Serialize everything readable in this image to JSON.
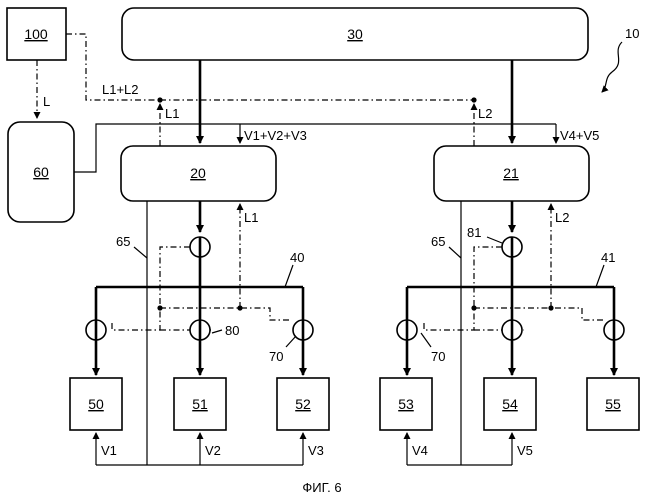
{
  "figure": {
    "caption": "ФИГ. 6",
    "system_ref": "10"
  },
  "blocks": {
    "b30": "30",
    "b100": "100",
    "b60": "60",
    "b20": "20",
    "b21": "21",
    "b50": "50",
    "b51": "51",
    "b52": "52",
    "b53": "53",
    "b54": "54",
    "b55": "55"
  },
  "signals": {
    "L": "L",
    "L1_L2": "L1+L2",
    "L1_a": "L1",
    "L1_b": "L1",
    "L2_a": "L2",
    "L2_b": "L2",
    "V123": "V1+V2+V3",
    "V45": "V4+V5",
    "V1": "V1",
    "V2": "V2",
    "V3": "V3",
    "V4": "V4",
    "V5": "V5"
  },
  "refs": {
    "r65_left": "65",
    "r65_right": "65",
    "r40": "40",
    "r41": "41",
    "r80": "80",
    "r81": "81",
    "r70_left": "70",
    "r70_right": "70"
  }
}
